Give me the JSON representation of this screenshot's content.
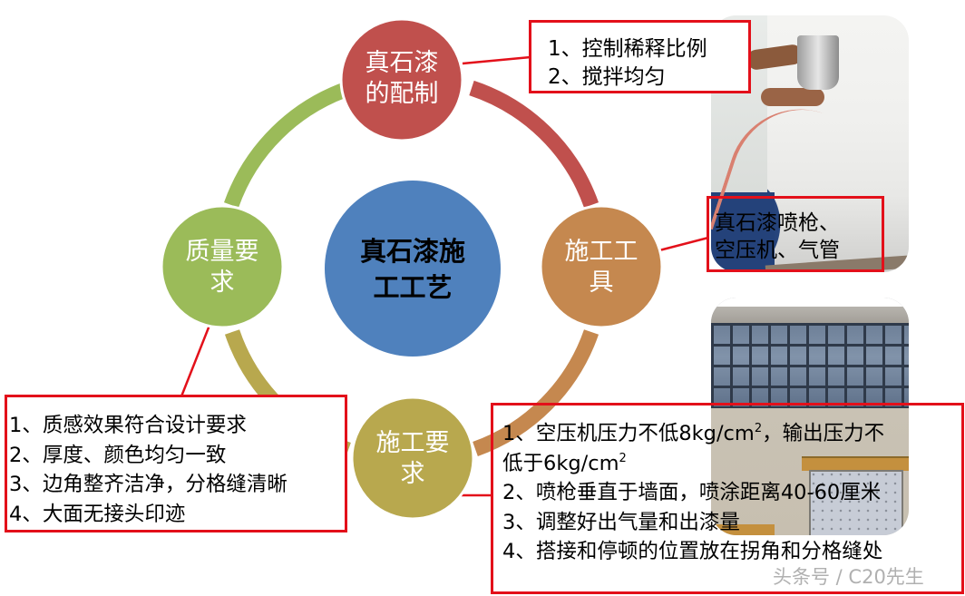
{
  "diagram": {
    "title": "真石漆施工工艺",
    "center": {
      "line1": "真石漆施",
      "line2": "工工艺",
      "color": "#4f81bd"
    },
    "nodes": [
      {
        "id": "mixing",
        "line1": "真石漆",
        "line2": "的配制",
        "color": "#c0504d"
      },
      {
        "id": "tools",
        "line1": "施工工",
        "line2": "具",
        "color": "#c5884f"
      },
      {
        "id": "construction",
        "line1": "施工要",
        "line2": "求",
        "color": "#b8a84e"
      },
      {
        "id": "quality",
        "line1": "质量要",
        "line2": "求",
        "color": "#9bbb59"
      }
    ],
    "arcs": [
      {
        "from": "mixing",
        "to": "tools",
        "color": "#c0504d"
      },
      {
        "from": "tools",
        "to": "construction",
        "color": "#c5884f"
      },
      {
        "from": "construction",
        "to": "quality",
        "color": "#b8a84e"
      },
      {
        "from": "quality",
        "to": "mixing",
        "color": "#9bbb59"
      }
    ],
    "connector_color": "#e3101a"
  },
  "callouts": {
    "mixing": {
      "items": [
        "1、控制稀释比例",
        "2、搅拌均匀"
      ]
    },
    "tools": {
      "items": [
        "真石漆喷枪、",
        "空压机、气管"
      ]
    },
    "quality": {
      "items": [
        "1、质感效果符合设计要求",
        "2、厚度、颜色均匀一致",
        "3、边角整齐洁净，分格缝清晰",
        "4、大面无接头印迹"
      ]
    },
    "construction": {
      "item1_pre": "1、空压机压力不低8kg/cm",
      "item1_sup": "2",
      "item1_post": "，输出压力不",
      "item1_cont_pre": "低于6kg/cm",
      "item1_cont_sup": "2",
      "item2": "2、喷枪垂直于墙面，喷涂距离40-60厘米",
      "item3": "3、调整好出气量和出漆量",
      "item4": "4、搭接和停顿的位置放在拐角和分格缝处"
    }
  },
  "photos": {
    "top": "spray-gun-worker-photo",
    "bottom": "building-facade-gondola-photo"
  },
  "watermark": "头条号 / C20先生"
}
